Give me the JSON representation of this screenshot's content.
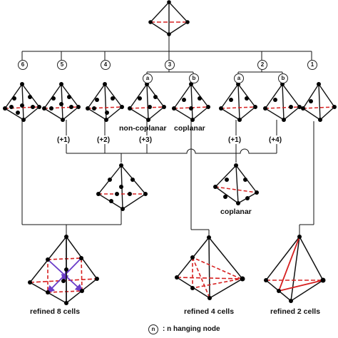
{
  "colors": {
    "edge": "#111111",
    "hidden": "#d62020",
    "arrow": "#6a3cc8",
    "node": "#000000"
  },
  "branches": [
    "6",
    "5",
    "4",
    "3",
    "2",
    "1"
  ],
  "sub_branches": {
    "three_a": "a",
    "three_b": "b",
    "two_a": "a",
    "two_b": "b"
  },
  "increments": {
    "i1": "(+1)",
    "i2": "(+2)",
    "i3": "(+3)",
    "i4": "(+1)",
    "i5": "(+4)"
  },
  "labels": {
    "non_coplanar": "non-coplanar",
    "coplanar_top": "coplanar",
    "coplanar_mid": "coplanar",
    "refined_8": "refined 8 cells",
    "refined_4": "refined 4 cells",
    "refined_2": "refined 2 cells"
  },
  "legend": {
    "symbol": "n",
    "text": ": n hanging node"
  }
}
